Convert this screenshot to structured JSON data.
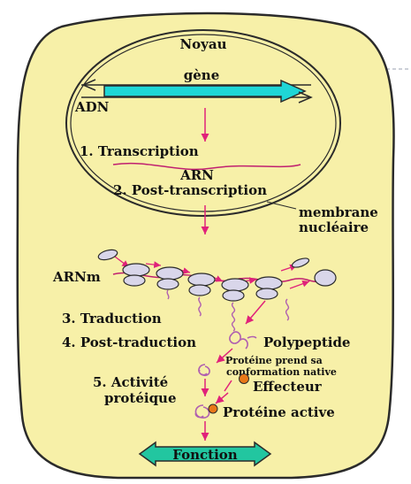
{
  "labels": {
    "noyau": "Noyau",
    "gene": "gène",
    "adn": "ADN",
    "transcription": "1. Transcription",
    "arn": "ARN",
    "post_transcription": "2. Post-transcription",
    "membrane_line1": "membrane",
    "membrane_line2": "nucléaire",
    "arnm": "ARNm",
    "traduction": "3. Traduction",
    "post_traduction": "4. Post-traduction",
    "polypeptide": "Polypeptide",
    "conformation_line1": "Protéine prend sa",
    "conformation_line2": "conformation native",
    "activite_line1": "5. Activité",
    "activite_line2": "protéique",
    "effecteur": "Effecteur",
    "proteine_active": "Protéine active",
    "fonction": "Fonction"
  },
  "colors": {
    "cell_fill": "#f7f0a8",
    "outline": "#2b2b2b",
    "gene_bar": "#1fd6d6",
    "arrow_pink": "#e0227a",
    "mrna_line": "#c02070",
    "ribosome_fill": "#d9d6ea",
    "polypeptide": "#b060b0",
    "effector": "#e87818",
    "fonction_fill": "#22c6a0"
  }
}
